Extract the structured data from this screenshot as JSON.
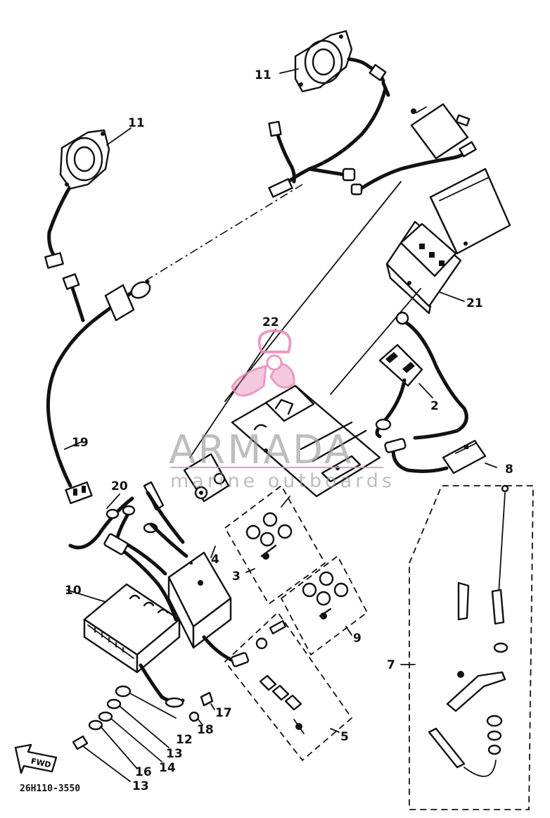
{
  "diagram": {
    "drawing_code": "26H110-3550",
    "direction_label": "FWD",
    "watermark": {
      "title": "ARMADA",
      "subtitle": "marine outboards",
      "color": "#e88ab8"
    },
    "callouts": {
      "c11a": "11",
      "c11b": "11",
      "c21": "21",
      "c22": "22",
      "c2": "2",
      "c19": "19",
      "c8": "8",
      "c20": "20",
      "c4": "4",
      "c3": "3",
      "c10": "10",
      "c9": "9",
      "c7": "7",
      "c5": "5",
      "c17": "17",
      "c18": "18",
      "c12": "12",
      "c13a": "13",
      "c14": "14",
      "c16": "16",
      "c13b": "13"
    }
  }
}
